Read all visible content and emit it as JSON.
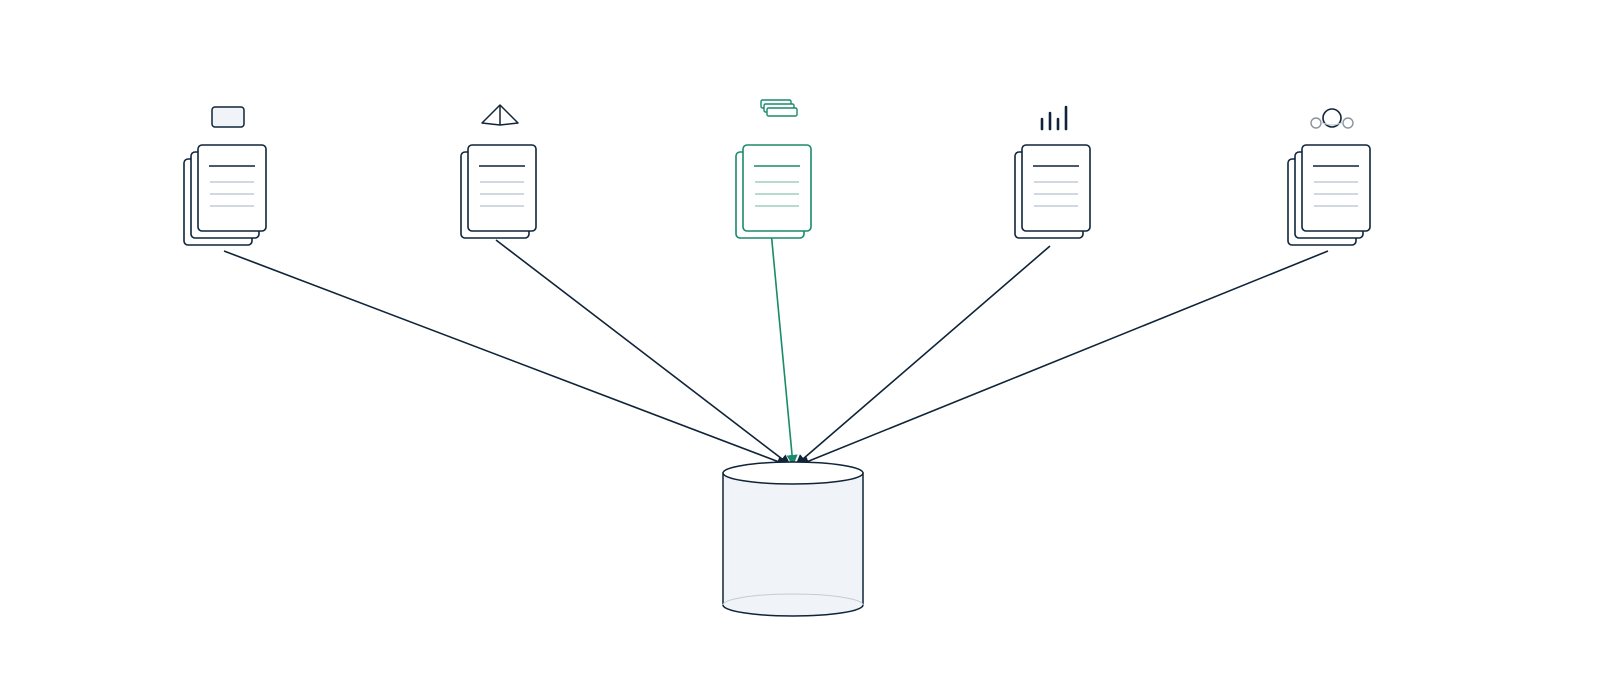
{
  "colors": {
    "background": "#ffffff",
    "stroke": "#0f2438",
    "accent": "#1a8a6a",
    "fill_light": "#f0f3f7",
    "line_light": "#c3ccd7",
    "icon_gray": "#8a949e"
  },
  "nodes": [
    {
      "id": "source-1",
      "icon": "card-icon",
      "shape": "document-stack-3",
      "highlighted": false
    },
    {
      "id": "source-2",
      "icon": "paper-plane-icon",
      "shape": "document-stack-2",
      "highlighted": false
    },
    {
      "id": "source-3",
      "icon": "layers-icon",
      "shape": "document-stack-2",
      "highlighted": true
    },
    {
      "id": "source-4",
      "icon": "bar-chart-icon",
      "shape": "document-stack-2",
      "highlighted": false
    },
    {
      "id": "source-5",
      "icon": "people-icon",
      "shape": "document-stack-3",
      "highlighted": false
    }
  ],
  "target": {
    "id": "database",
    "icon": "database-cylinder-icon"
  },
  "edges": [
    {
      "from": "source-1",
      "to": "database",
      "highlighted": false
    },
    {
      "from": "source-2",
      "to": "database",
      "highlighted": false
    },
    {
      "from": "source-3",
      "to": "database",
      "highlighted": true
    },
    {
      "from": "source-4",
      "to": "database",
      "highlighted": false
    },
    {
      "from": "source-5",
      "to": "database",
      "highlighted": false
    }
  ]
}
